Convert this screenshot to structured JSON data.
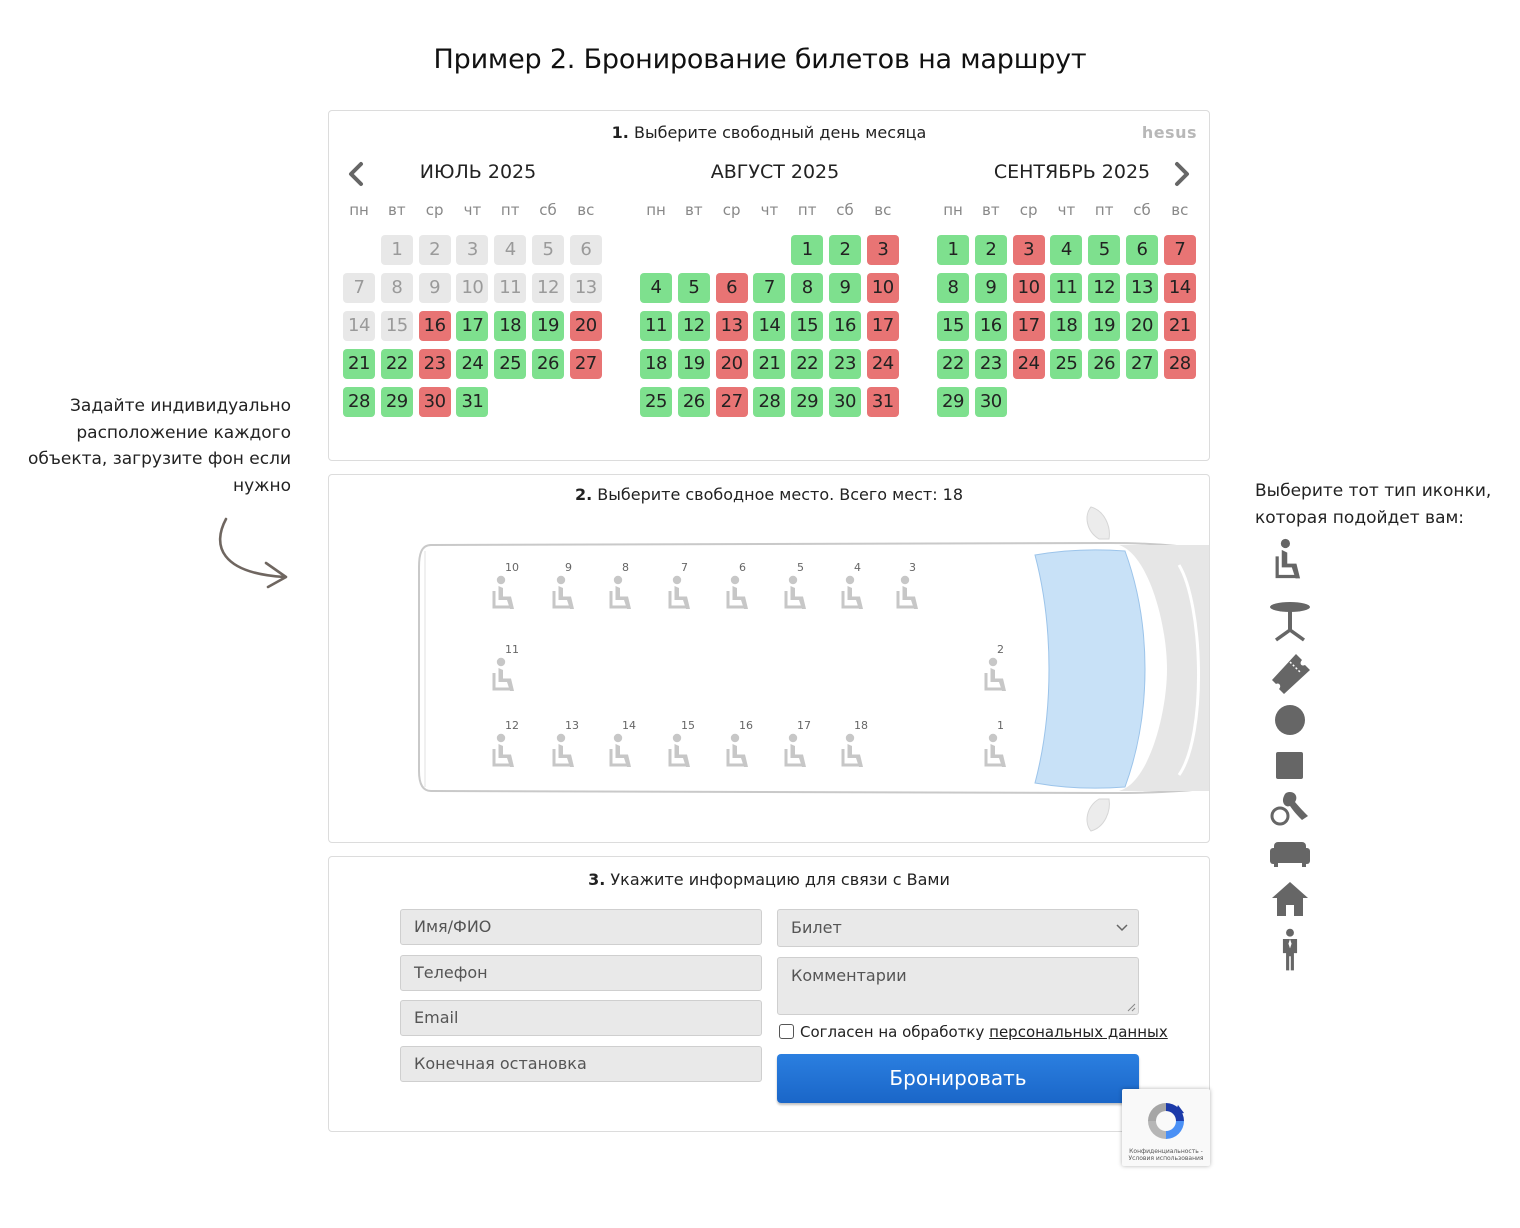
{
  "page": {
    "title": "Пример 2. Бронирование билетов на маршрут"
  },
  "notes": {
    "left": "Задайте индивидуально расположение каждого объекта, загрузите фон если нужно",
    "right": "Выберите тот тип иконки, которая подойдет вам:"
  },
  "step1": {
    "num": "1.",
    "text": " Выберите свободный день месяца",
    "logo": "hesus"
  },
  "weekdays": [
    "пн",
    "вт",
    "ср",
    "чт",
    "пт",
    "сб",
    "вс"
  ],
  "months": [
    {
      "name": "ИЮЛЬ 2025",
      "offset": 1,
      "days": [
        [
          "1",
          "past"
        ],
        [
          "2",
          "past"
        ],
        [
          "3",
          "past"
        ],
        [
          "4",
          "past"
        ],
        [
          "5",
          "past"
        ],
        [
          "6",
          "past"
        ],
        [
          "7",
          "past"
        ],
        [
          "8",
          "past"
        ],
        [
          "9",
          "past"
        ],
        [
          "10",
          "past"
        ],
        [
          "11",
          "past"
        ],
        [
          "12",
          "past"
        ],
        [
          "13",
          "past"
        ],
        [
          "14",
          "past"
        ],
        [
          "15",
          "past"
        ],
        [
          "16",
          "busy"
        ],
        [
          "17",
          "free"
        ],
        [
          "18",
          "free"
        ],
        [
          "19",
          "free"
        ],
        [
          "20",
          "busy"
        ],
        [
          "21",
          "free"
        ],
        [
          "22",
          "free"
        ],
        [
          "23",
          "busy"
        ],
        [
          "24",
          "free"
        ],
        [
          "25",
          "free"
        ],
        [
          "26",
          "free"
        ],
        [
          "27",
          "busy"
        ],
        [
          "28",
          "free"
        ],
        [
          "29",
          "free"
        ],
        [
          "30",
          "busy"
        ],
        [
          "31",
          "free"
        ]
      ]
    },
    {
      "name": "АВГУСТ 2025",
      "offset": 4,
      "days": [
        [
          "1",
          "free"
        ],
        [
          "2",
          "free"
        ],
        [
          "3",
          "busy"
        ],
        [
          "4",
          "free"
        ],
        [
          "5",
          "free"
        ],
        [
          "6",
          "busy"
        ],
        [
          "7",
          "free"
        ],
        [
          "8",
          "free"
        ],
        [
          "9",
          "free"
        ],
        [
          "10",
          "busy"
        ],
        [
          "11",
          "free"
        ],
        [
          "12",
          "free"
        ],
        [
          "13",
          "busy"
        ],
        [
          "14",
          "free"
        ],
        [
          "15",
          "free"
        ],
        [
          "16",
          "free"
        ],
        [
          "17",
          "busy"
        ],
        [
          "18",
          "free"
        ],
        [
          "19",
          "free"
        ],
        [
          "20",
          "busy"
        ],
        [
          "21",
          "free"
        ],
        [
          "22",
          "free"
        ],
        [
          "23",
          "free"
        ],
        [
          "24",
          "busy"
        ],
        [
          "25",
          "free"
        ],
        [
          "26",
          "free"
        ],
        [
          "27",
          "busy"
        ],
        [
          "28",
          "free"
        ],
        [
          "29",
          "free"
        ],
        [
          "30",
          "free"
        ],
        [
          "31",
          "busy"
        ]
      ]
    },
    {
      "name": "СЕНТЯБРЬ 2025",
      "offset": 0,
      "days": [
        [
          "1",
          "free"
        ],
        [
          "2",
          "free"
        ],
        [
          "3",
          "busy"
        ],
        [
          "4",
          "free"
        ],
        [
          "5",
          "free"
        ],
        [
          "6",
          "free"
        ],
        [
          "7",
          "busy"
        ],
        [
          "8",
          "free"
        ],
        [
          "9",
          "free"
        ],
        [
          "10",
          "busy"
        ],
        [
          "11",
          "free"
        ],
        [
          "12",
          "free"
        ],
        [
          "13",
          "free"
        ],
        [
          "14",
          "busy"
        ],
        [
          "15",
          "free"
        ],
        [
          "16",
          "free"
        ],
        [
          "17",
          "busy"
        ],
        [
          "18",
          "free"
        ],
        [
          "19",
          "free"
        ],
        [
          "20",
          "free"
        ],
        [
          "21",
          "busy"
        ],
        [
          "22",
          "free"
        ],
        [
          "23",
          "free"
        ],
        [
          "24",
          "busy"
        ],
        [
          "25",
          "free"
        ],
        [
          "26",
          "free"
        ],
        [
          "27",
          "free"
        ],
        [
          "28",
          "busy"
        ],
        [
          "29",
          "free"
        ],
        [
          "30",
          "free"
        ]
      ]
    }
  ],
  "step2": {
    "num": "2.",
    "text": " Выберите свободное место. Всего мест: 18"
  },
  "seats": {
    "top_row": [
      "10",
      "9",
      "8",
      "7",
      "6",
      "5",
      "4",
      "3"
    ],
    "middle_left": "11",
    "middle_right": "2",
    "bottom_row": [
      "12",
      "13",
      "14",
      "15",
      "16",
      "17",
      "18"
    ],
    "bottom_right": "1"
  },
  "step3": {
    "num": "3.",
    "text": " Укажите информацию для связи с Вами"
  },
  "form": {
    "name_ph": "Имя/ФИО",
    "phone_ph": "Телефон",
    "email_ph": "Email",
    "stop_ph": "Конечная остановка",
    "ticket_selected": "Билет",
    "comment_ph": "Комментарии",
    "consent_text": "Согласен на обработку ",
    "consent_link": "персональных данных",
    "submit": "Бронировать"
  },
  "recaptcha": {
    "text": "Конфиденциальность - Условия использования"
  },
  "icon_types": [
    "seat-icon",
    "table-icon",
    "ticket-icon",
    "circle-icon",
    "square-icon",
    "bowling-icon",
    "sofa-icon",
    "house-icon",
    "person-icon"
  ],
  "colors": {
    "free": "#7ee08e",
    "busy": "#e87474",
    "past": "#e8e8e8",
    "button": "#1f6fd6"
  }
}
